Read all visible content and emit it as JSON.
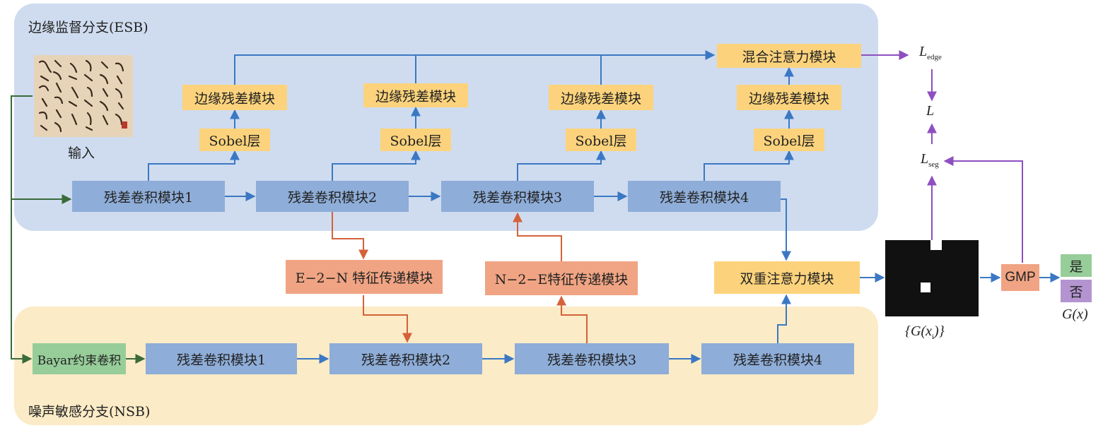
{
  "esb": {
    "title": "边缘监督分支(ESB)"
  },
  "nsb": {
    "title": "噪声敏感分支(NSB)"
  },
  "input": {
    "label": "输入"
  },
  "esb_blocks": [
    "残差卷积模块1",
    "残差卷积模块2",
    "残差卷积模块3",
    "残差卷积模块4"
  ],
  "nsb_blocks": [
    "残差卷积模块1",
    "残差卷积模块2",
    "残差卷积模块3",
    "残差卷积模块4"
  ],
  "sobel_label": "Sobel层",
  "edge_residual_label": "边缘残差模块",
  "mixed_attention_label": "混合注意力模块",
  "dual_attention_label": "双重注意力模块",
  "e2n_label": "E−2−N 特征传递模块",
  "n2e_label": "N−2−E特征传递模块",
  "bayar_label": "Bayar约束卷积",
  "gmp_label": "GMP",
  "yes_label": "是",
  "no_label": "否",
  "math": {
    "l_edge_main": "L",
    "l_edge_sub": "edge",
    "l": "L",
    "l_seg_main": "L",
    "l_seg_sub": "seg",
    "gx_set": "{G(x",
    "gx_set_sub": "i",
    "gx_set_end": ")}",
    "gx": "G(x)"
  },
  "colors": {
    "esb_bg": "#cfdcef",
    "nsb_bg": "#fbebc6",
    "residual_block": "#8eadd8",
    "yellow_block": "#fcd37c",
    "orange_block": "#f0a483",
    "green_block": "#97cd99",
    "purple_block": "#b394d0",
    "arrow_blue": "#3b78c4",
    "arrow_orange": "#d4623a",
    "arrow_purple": "#8e4fc0",
    "arrow_green": "#3a6b3a"
  }
}
